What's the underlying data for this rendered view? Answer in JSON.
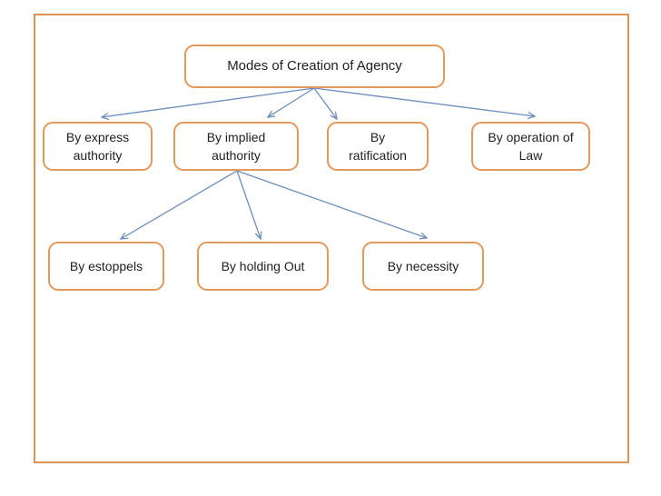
{
  "slide": {
    "title": "Modes of Creation of Agency",
    "colors": {
      "box_border": "#E3995C",
      "frame_border": "#DD9556",
      "arrow": "#6E8EBC",
      "text": "#1F1F1F",
      "background": "#FFFFFF"
    },
    "root": {
      "label": "Modes of Creation of Agency"
    },
    "level1": [
      {
        "label": "By express\nauthority"
      },
      {
        "label": "By implied\nauthority"
      },
      {
        "label": "By\nratification"
      },
      {
        "label": "By operation of\nLaw"
      }
    ],
    "level2": [
      {
        "label": "By estoppels"
      },
      {
        "label": "By holding Out"
      },
      {
        "label": "By necessity"
      }
    ]
  }
}
